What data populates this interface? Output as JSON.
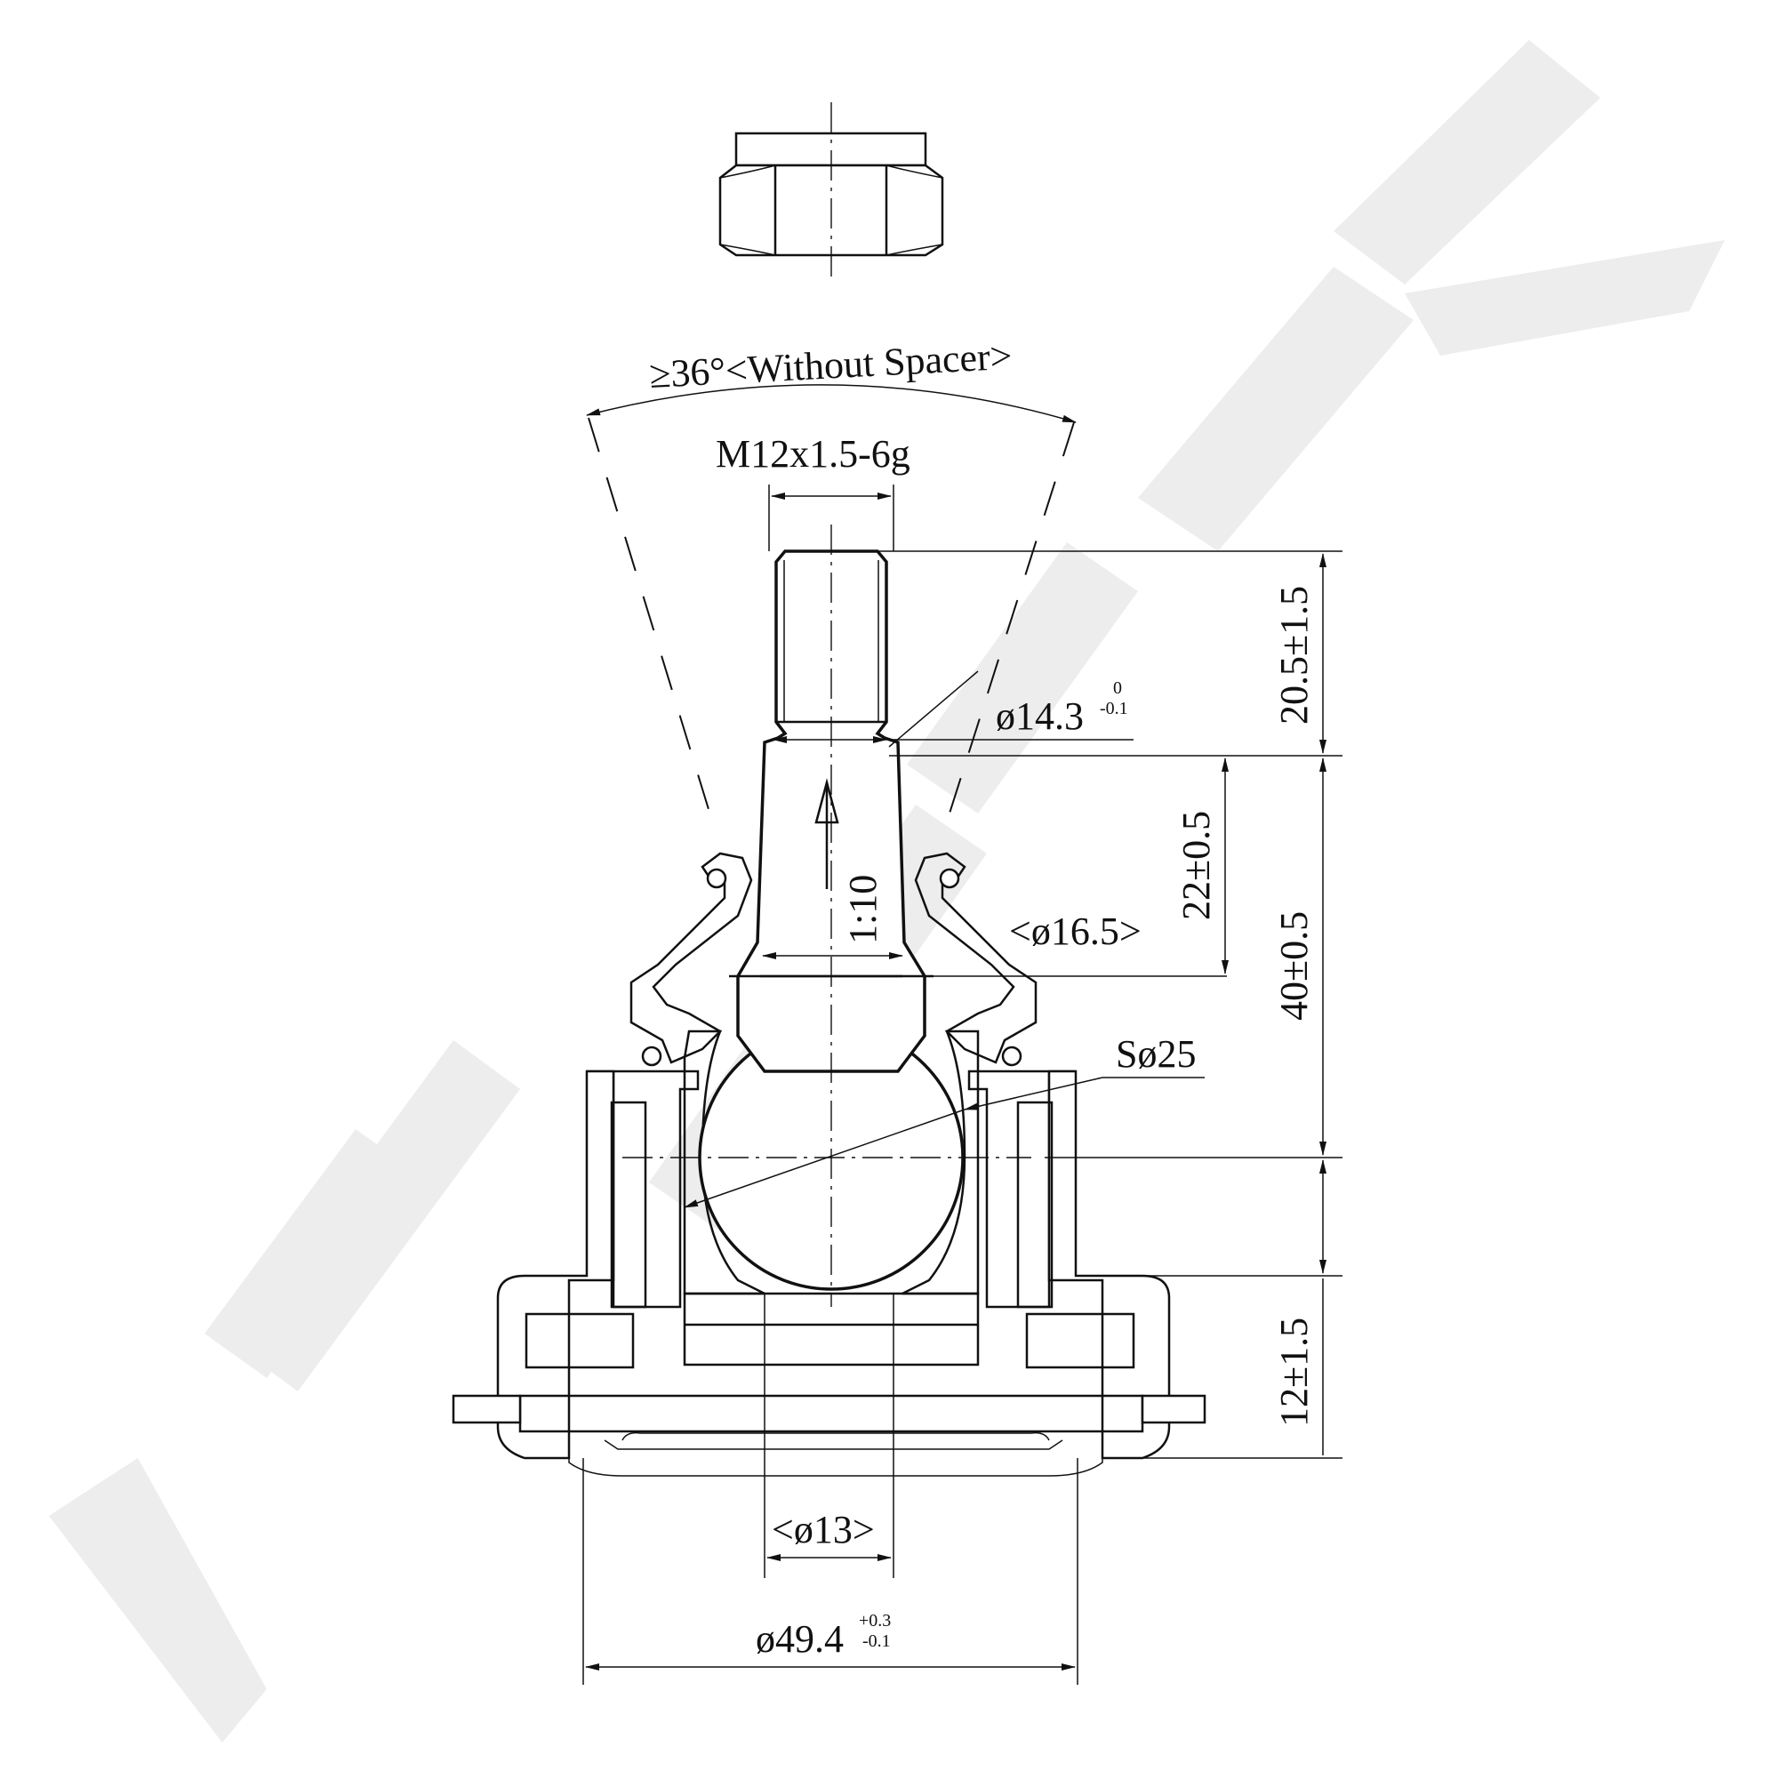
{
  "drawing": {
    "title": "Ball joint technical drawing",
    "watermark": "ZENEK",
    "colors": {
      "ink": "#111111",
      "watermark": "#ededed",
      "background": "#ffffff"
    },
    "dimensions": {
      "angle": "≥36°<Without Spacer>",
      "thread": "M12x1.5-6g",
      "taper_dia": "ø14.3",
      "taper_dia_tol_upper": "0",
      "taper_dia_tol_lower": "-0.1",
      "taper_ratio": "1:10",
      "neck_dia": "<ø16.5>",
      "ball": "Sø25",
      "stud_len": "20.5±1.5",
      "taper_len": "22±0.5",
      "height": "40±0.5",
      "flange": "12±1.5",
      "bottom_dia": "<ø13>",
      "housing_dia": "ø49.4",
      "housing_dia_tol_upper": "+0.3",
      "housing_dia_tol_lower": "-0.1"
    }
  }
}
